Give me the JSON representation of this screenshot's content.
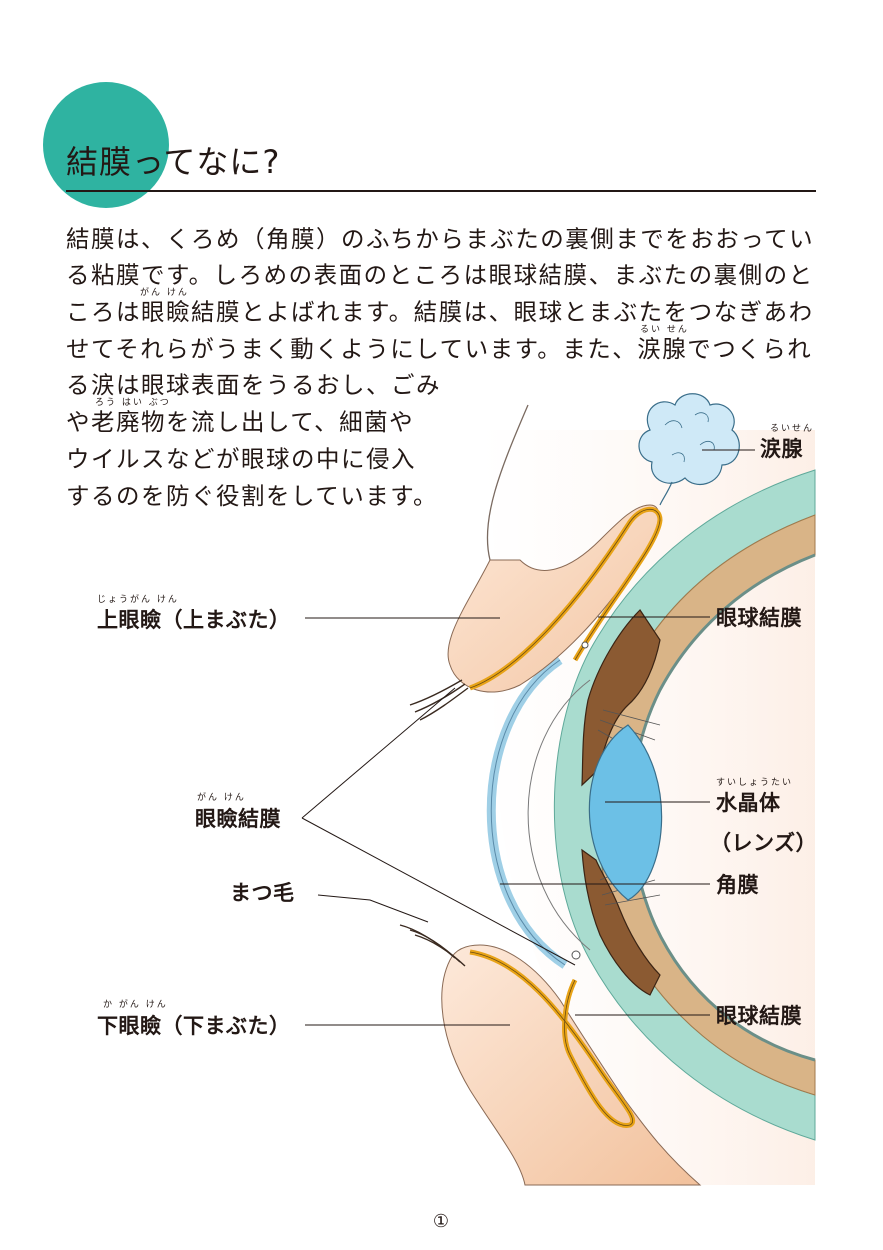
{
  "title": "結膜ってなに?",
  "intro": {
    "lines": [
      "結膜は、くろめ（角膜）のふちからまぶたの裏側までをおおってい",
      "る粘膜です。しろめの表面のところは眼球結膜、まぶたの裏側のと",
      "ころは眼瞼結膜とよばれます。結膜は、眼球とまぶたをつなぎあわ",
      "せてそれらがうまく動くようにしています。また、涙腺でつくられ",
      "る涙は眼球表面をうるおし、ごみ",
      "や老廃物を流し出して、細菌や",
      "ウイルスなどが眼球の中に侵入",
      "するのを防ぐ役割をしています。"
    ],
    "ruby": {
      "ganken": "がん けん",
      "ruisen": "るい せん",
      "rouhaibutsu": "ろう はい ぶつ"
    }
  },
  "labels": {
    "ruisen": {
      "text": "涙腺",
      "ruby": "るいせん"
    },
    "gankyu_ketsumaku_upper": {
      "text": "眼球結膜"
    },
    "upper_eyelid": {
      "text": "上眼瞼（上まぶた）",
      "ruby": "じょうがん けん"
    },
    "suishoutai": {
      "text": "水晶体",
      "ruby": "すいしょうたい"
    },
    "lens": {
      "text": "（レンズ）"
    },
    "ganken_ketsumaku": {
      "text": "眼瞼結膜",
      "ruby": "がん けん"
    },
    "kakumaku": {
      "text": "角膜"
    },
    "matsuge": {
      "text": "まつ毛"
    },
    "gankyu_ketsumaku_lower": {
      "text": "眼球結膜"
    },
    "lower_eyelid": {
      "text": "下眼瞼（下まぶた）",
      "ruby": "か がん けん"
    }
  },
  "page_number": "①",
  "colors": {
    "accent": "#2fb3a1",
    "conjunctiva": "#e8a317",
    "lens": "#6cc0e6",
    "skin": "#f7dcc6",
    "sclera_outer": "#8fd0c4",
    "sclera_inner": "#c9985f",
    "gland": "#cfe9f7"
  }
}
